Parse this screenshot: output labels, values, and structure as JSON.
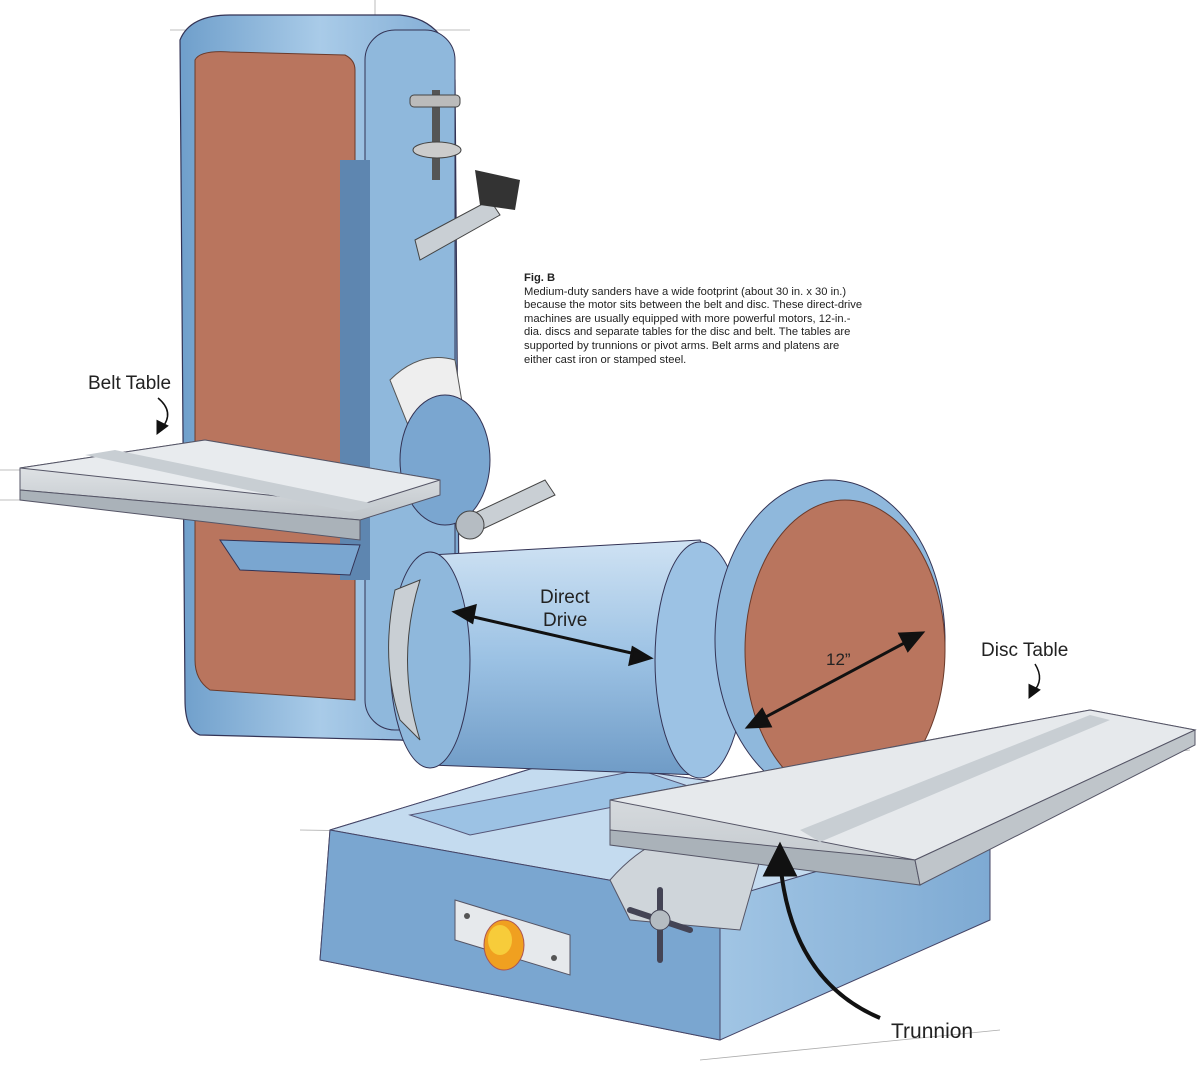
{
  "figure": {
    "title": "Fig. B",
    "caption": "Medium-duty sanders have a wide footprint (about 30 in. x 30 in.) because the motor sits between the belt and disc. These direct-drive machines are usually equipped with more powerful motors, 12-in.-dia. discs and separate tables for the disc and belt. The tables are supported by trunnions or pivot arms. Belt arms and platens are either cast iron or stamped steel."
  },
  "labels": {
    "belt_table": "Belt Table",
    "direct_drive_1": "Direct",
    "direct_drive_2": "Drive",
    "disc_size": "12”",
    "disc_table": "Disc Table",
    "trunnion": "Trunnion"
  },
  "colors": {
    "machine_blue": "#8fb8dc",
    "abrasive": "#b9755e",
    "table_gray": "#dfe3e6",
    "switch_orange": "#f0a020"
  }
}
